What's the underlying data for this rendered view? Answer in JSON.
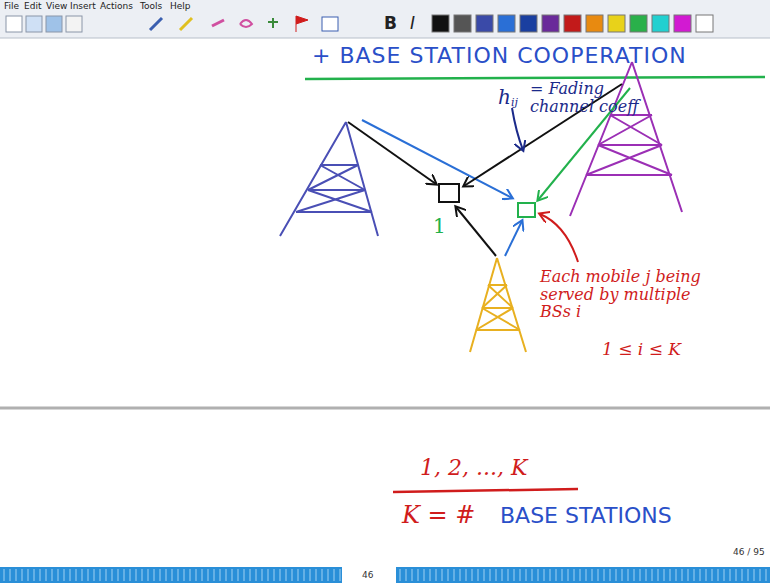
{
  "diagram": {
    "title": "+ BASE STATION COOPERATION",
    "nodes": [
      {
        "text": [
          "1"
        ]
      }
    ],
    "labels": [
      "File",
      "Edit",
      "View",
      "Insert",
      "Actions",
      "Tools",
      "Help",
      "B",
      "I",
      "h",
      "ij",
      "= Fading channel coeff",
      "Each mobile j being served by multiple BSs i",
      "1 ≤ i ≤ K",
      "1, 2, ..., K",
      "K = #",
      "BASE STATIONS",
      "46 / 95",
      "46"
    ]
  }
}
